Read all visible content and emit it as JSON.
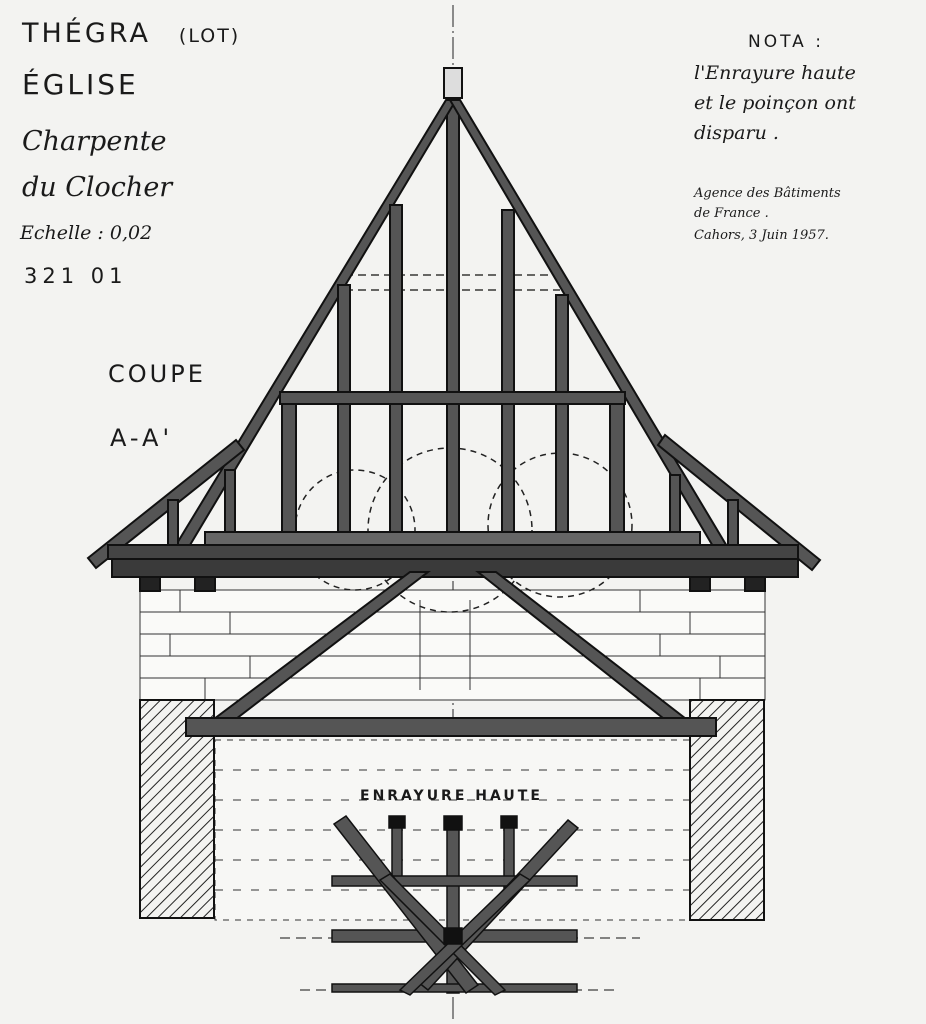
{
  "title_block": {
    "place": "THÉGRA",
    "department": "(LOT)",
    "building": "ÉGLISE",
    "subject_line1": "Charpente",
    "subject_line2": "du Clocher",
    "scale": "Echelle : 0,02",
    "reference": "321 01"
  },
  "section_label": {
    "line1": "COUPE",
    "line2": "A-A'"
  },
  "note": {
    "heading": "NOTA :",
    "line1": "l'Enrayure haute",
    "line2": "et le poinçon ont",
    "line3": "disparu ."
  },
  "agency": {
    "line1": "Agence des Bâtiments",
    "line2": "de France .",
    "line3": "Cahors, 3 Juin 1957."
  },
  "plan_label": "ENRAYURE HAUTE",
  "colors": {
    "paper": "#f3f3f1",
    "ink": "#1a1a1a",
    "timber": "#3a3a3a"
  }
}
